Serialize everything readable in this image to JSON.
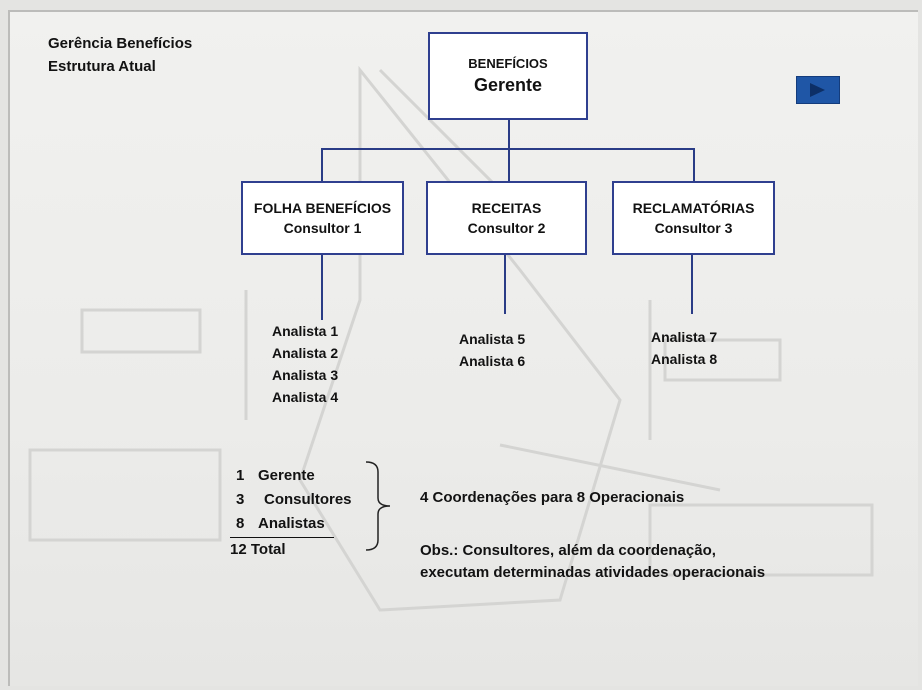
{
  "header": {
    "line1": "Gerência Benefícios",
    "line2": "Estrutura Atual"
  },
  "org": {
    "top": {
      "title": "BENEFÍCIOS",
      "role": "Gerente"
    },
    "units": [
      {
        "title": "FOLHA BENEFÍCIOS",
        "role": "Consultor 1",
        "analysts": [
          "Analista 1",
          "Analista 2",
          "Analista 3",
          "Analista 4"
        ]
      },
      {
        "title": "RECEITAS",
        "role": "Consultor 2",
        "analysts": [
          "Analista 5",
          "Analista 6"
        ]
      },
      {
        "title": "RECLAMATÓRIAS",
        "role": "Consultor 3",
        "analysts": [
          "Analista 7",
          "Analista 8"
        ]
      }
    ]
  },
  "summary": {
    "rows": [
      {
        "count": "1",
        "label": "Gerente"
      },
      {
        "count": "3",
        "label": "Consultores"
      },
      {
        "count": "8",
        "label": "Analistas"
      }
    ],
    "total": "12 Total",
    "coordination": "4 Coordenações para 8 Operacionais"
  },
  "note": {
    "line1": "Obs.: Consultores, além da coordenação,",
    "line2": "executam determinadas atividades operacionais"
  },
  "icons": {
    "nav": "play-right-icon"
  },
  "colors": {
    "box_border": "#2f3f8f",
    "nav_button": "#1f56a6",
    "background": "#ececea"
  }
}
